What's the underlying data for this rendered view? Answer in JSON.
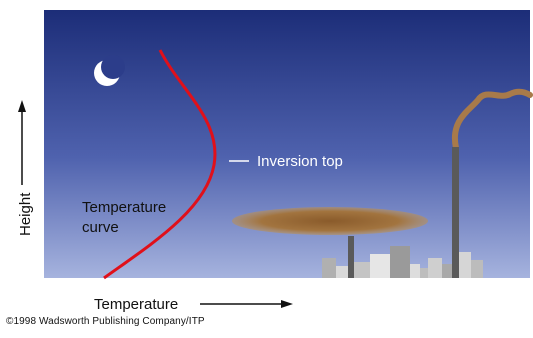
{
  "diagram": {
    "labels": {
      "temperature_curve": [
        "Temperature",
        "curve"
      ],
      "inversion_top": "Inversion top",
      "y_axis": "Height",
      "x_axis": "Temperature",
      "copyright": "©1998 Wadsworth Publishing Company/ITP"
    },
    "colors": {
      "sky_top": "#1c2d78",
      "sky_bottom": "#9aa8d8",
      "curve": "#e0101a",
      "smog": "#a87a4a",
      "moon": "#ffffff",
      "factory": "#9a9a9a"
    },
    "icons": [
      "moon-icon",
      "factory-icon"
    ]
  }
}
